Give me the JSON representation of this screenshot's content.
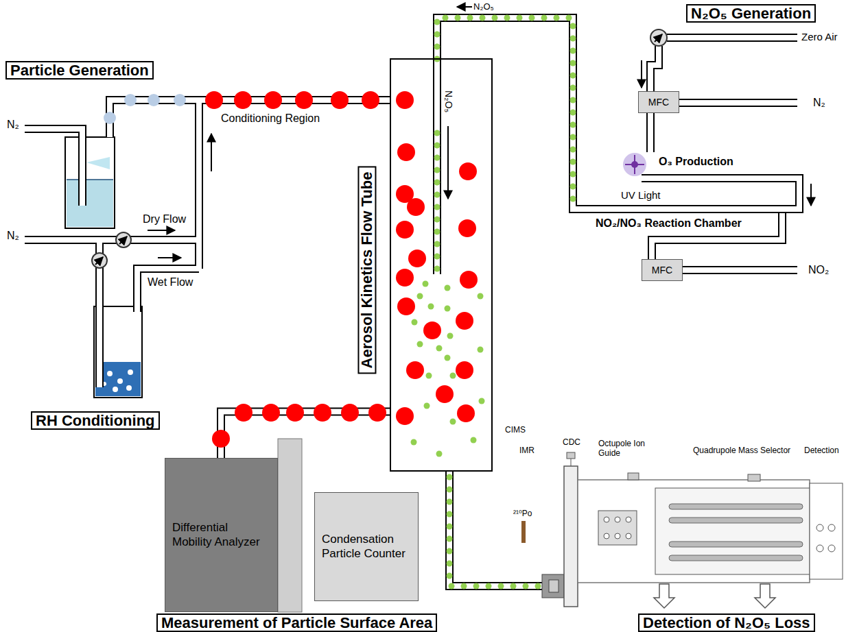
{
  "diagram": {
    "nodes": [
      {
        "text": [
          "Particle Generation"
        ]
      },
      {
        "text": [
          "RH Conditioning"
        ]
      },
      {
        "text": [
          "Aerosol Kinetics Flow Tube"
        ]
      },
      {
        "text": [
          "N₂O₅ Generation"
        ]
      },
      {
        "text": [
          "MFC"
        ]
      },
      {
        "text": [
          "MFC"
        ]
      },
      {
        "text": [
          "Differential Mobility Analyzer"
        ]
      },
      {
        "text": [
          "Condensation Particle Counter"
        ]
      },
      {
        "text": [
          "Measurement of Particle Surface Area"
        ]
      },
      {
        "text": [
          "Detection of N₂O₅ Loss"
        ]
      }
    ],
    "edges": [
      {
        "from": 2,
        "to": 6,
        "arrow": "none"
      }
    ],
    "labels": [
      "N₂",
      "Conditioning Region",
      "Dry Flow",
      "N₂",
      "Wet Flow",
      "N₂O₅",
      "N₂O₅",
      "Zero Air",
      "N₂",
      "O₃ Production",
      "UV Light",
      "NO₂/NO₃ Reaction Chamber",
      "NO₂",
      "CIMS",
      "IMR",
      "CDC",
      "Octupole Ion Guide",
      "Quadrupole Mass Selector",
      "Detection",
      "²¹⁰Po"
    ]
  }
}
